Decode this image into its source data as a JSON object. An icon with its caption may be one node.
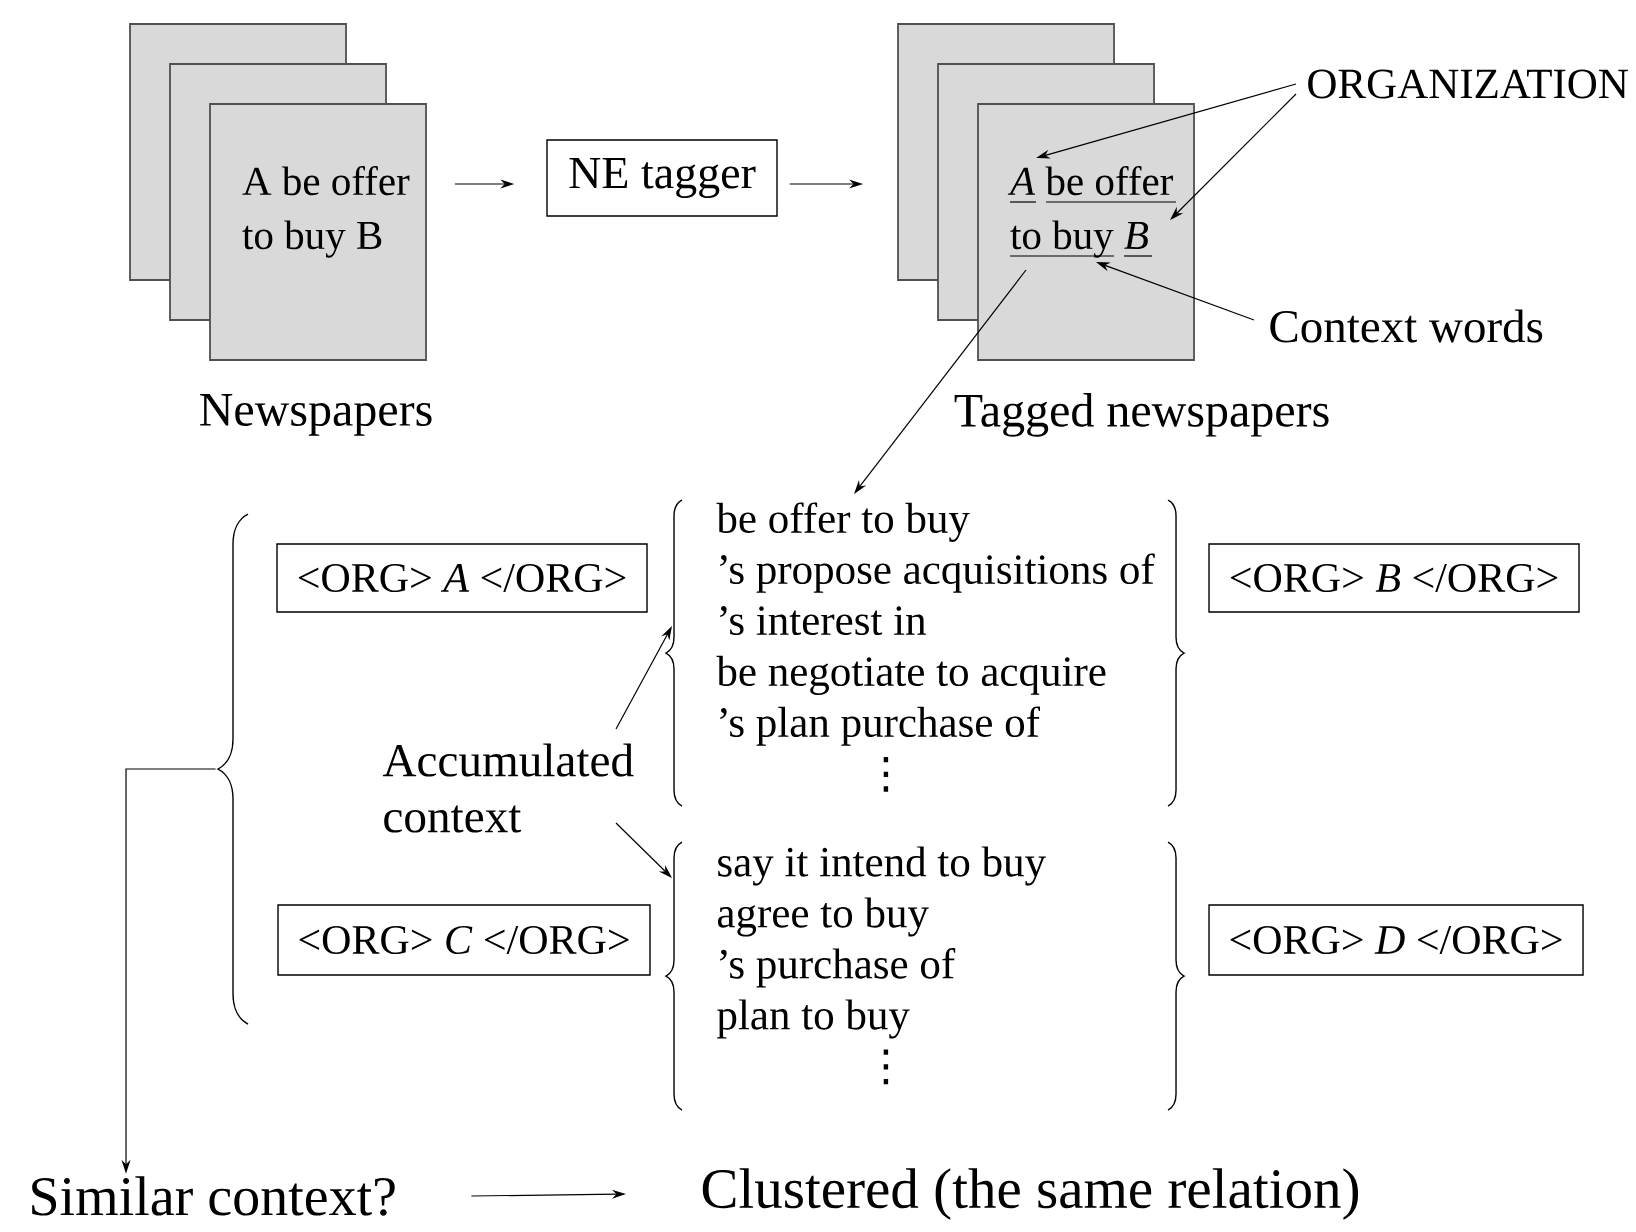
{
  "diagram": {
    "nodes": [
      {
        "text": [
          "A be offer to buy B"
        ],
        "beside": [
          "Newspapers"
        ]
      },
      {
        "text": [
          "NE tagger"
        ]
      },
      {
        "text": [
          "*A* be offer to buy *B*"
        ],
        "beside": [
          "Tagged newspapers"
        ]
      },
      {
        "text": [
          "ORGANIZATION"
        ]
      },
      {
        "text": [
          "Context words"
        ]
      },
      {
        "text": [
          "<ORG> *A* </ORG>"
        ]
      },
      {
        "text": [
          "be offer to buy",
          "’s propose acquisitions of",
          "’s interest in",
          "be negotiate to acquire",
          "’s plan purchase of",
          "⋮"
        ]
      },
      {
        "text": [
          "<ORG> *B* </ORG>"
        ]
      },
      {
        "text": [
          "Accumulated context"
        ]
      },
      {
        "text": [
          "<ORG> *C* </ORG>"
        ]
      },
      {
        "text": [
          "say it intend to buy",
          "agree to buy",
          "’s purchase of",
          "plan to buy",
          "⋮"
        ]
      },
      {
        "text": [
          "<ORG> *D* </ORG>"
        ]
      },
      {
        "text": [
          "Similar context?"
        ]
      },
      {
        "text": [
          "Clustered (the same relation)"
        ]
      },
      {
        "text": [],
        "shape": "brace"
      }
    ],
    "edges": [
      {
        "from": 0,
        "to": 1,
        "arrow": "to"
      },
      {
        "from": 1,
        "to": 2,
        "arrow": "to"
      },
      {
        "from": 3,
        "to": 2,
        "arrow": "to"
      },
      {
        "from": 3,
        "to": 2,
        "arrow": "to"
      },
      {
        "from": 4,
        "to": 2,
        "arrow": "to"
      },
      {
        "from": 2,
        "to": 6,
        "arrow": "to"
      },
      {
        "from": 8,
        "to": 6,
        "arrow": "to"
      },
      {
        "from": 8,
        "to": 10,
        "arrow": "to"
      },
      {
        "from": 14,
        "to": 12,
        "arrow": "to"
      },
      {
        "from": 12,
        "to": 13,
        "arrow": "to"
      }
    ]
  }
}
